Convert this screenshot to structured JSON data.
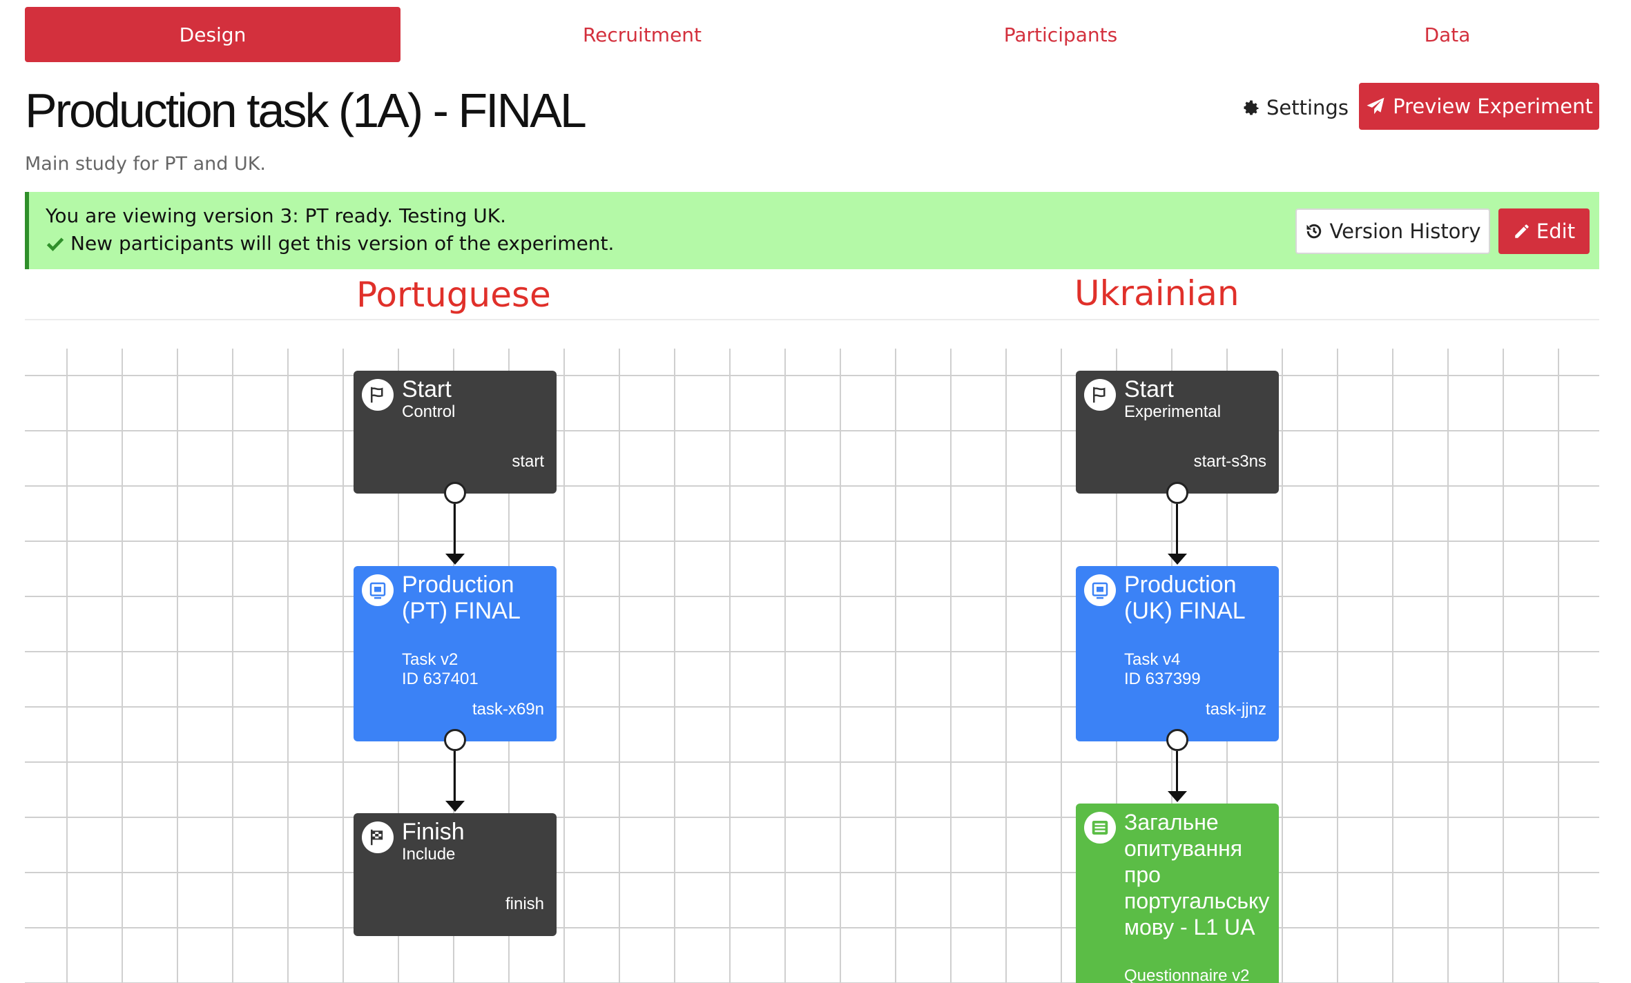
{
  "tabs": [
    {
      "label": "Design",
      "active": true
    },
    {
      "label": "Recruitment",
      "active": false
    },
    {
      "label": "Participants",
      "active": false
    },
    {
      "label": "Data",
      "active": false
    }
  ],
  "header": {
    "title": "Production task (1A) - FINAL",
    "subtitle": "Main study for PT and UK.",
    "settings_label": "Settings",
    "preview_label": "Preview Experiment"
  },
  "banner": {
    "line1": "You are viewing version 3: PT ready. Testing UK.",
    "line2": "New participants will get this version of the experiment.",
    "history_label": "Version History",
    "edit_label": "Edit"
  },
  "columns": {
    "left_heading": "Portuguese",
    "right_heading": "Ukrainian"
  },
  "nodes": {
    "pt_start": {
      "title": "Start",
      "sub": "Control",
      "id": "start"
    },
    "pt_task": {
      "title": "Production (PT) FINAL",
      "sub1": "Task v2",
      "sub2": "ID 637401",
      "id": "task-x69n"
    },
    "pt_finish": {
      "title": "Finish",
      "sub": "Include",
      "id": "finish"
    },
    "uk_start": {
      "title": "Start",
      "sub": "Experimental",
      "id": "start-s3ns"
    },
    "uk_task": {
      "title": "Production (UK) FINAL",
      "sub1": "Task v4",
      "sub2": "ID 637399",
      "id": "task-jjnz"
    },
    "uk_quest": {
      "title": "Загальне опитування про португальську мову - L1 UA",
      "sub": "Questionnaire v2"
    }
  },
  "colors": {
    "accent": "#d3303d",
    "banner_bg": "#b4f9a7",
    "node_dark": "#3f3f3f",
    "node_task": "#3b82f6",
    "node_questionnaire": "#5bbd46",
    "heading": "#e0302a"
  },
  "icons": {
    "settings": "gear-icon",
    "preview": "paper-plane-icon",
    "check": "check-icon",
    "history": "history-icon",
    "edit": "pencil-icon",
    "start": "flag-icon",
    "task": "task-icon",
    "finish": "checkered-flag-icon",
    "questionnaire": "list-icon"
  }
}
